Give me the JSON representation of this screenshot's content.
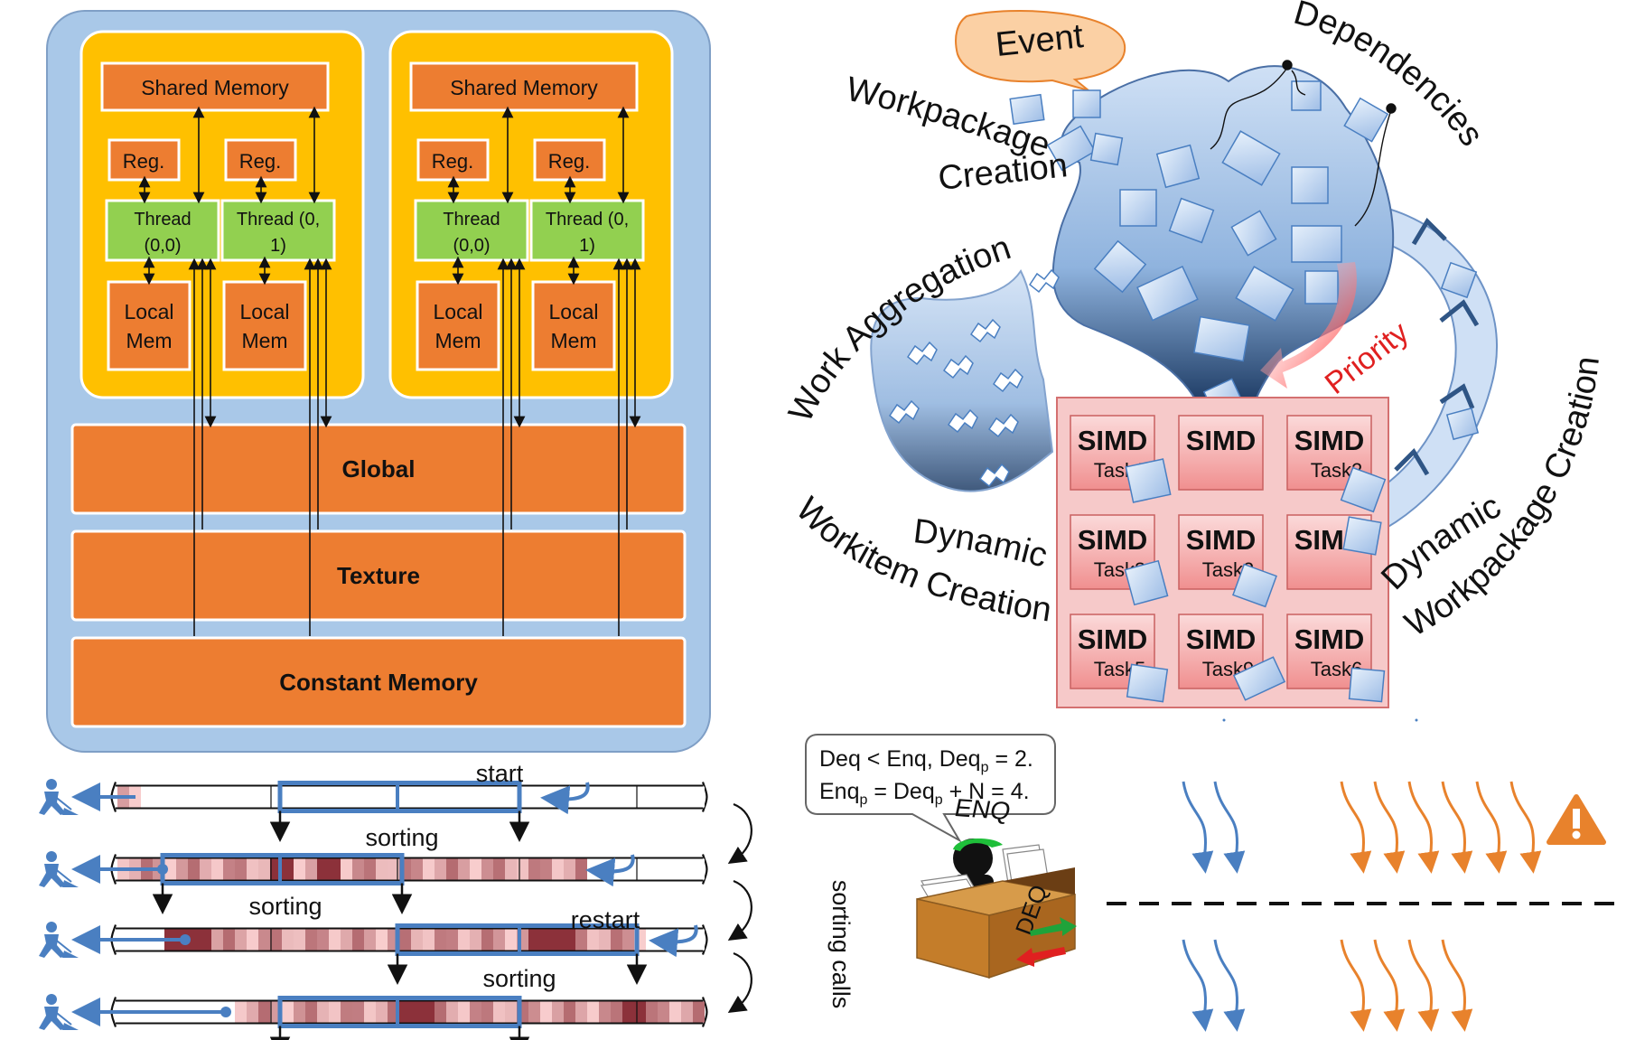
{
  "gpu_memory": {
    "shared_memory": "Shared Memory",
    "reg": "Reg.",
    "thread_a": [
      "Thread",
      "(0,0)"
    ],
    "thread_b": [
      "Thread (0,",
      "1)"
    ],
    "local_mem": [
      "Local",
      "Mem"
    ],
    "global": "Global",
    "texture": "Texture",
    "constant": "Constant Memory"
  },
  "scheduler": {
    "event": "Event",
    "dependencies": "Dependencies",
    "workpackage_creation": [
      "Workpackage",
      "Creation"
    ],
    "work_aggregation": "Work Aggregation",
    "priority": "Priority",
    "dynamic_workitem": [
      "Dynamic",
      "Workitem Creation"
    ],
    "dynamic_workpackage": [
      "Dynamic",
      "Workpackage Creation"
    ],
    "simd": "SIMD",
    "tasks": [
      "Task1",
      "",
      "Task2",
      "Task3",
      "Task2",
      "",
      "Task5",
      "Task9",
      "Task6"
    ]
  },
  "sorting": {
    "start": "start",
    "sorting": "sorting",
    "restart": "restart",
    "sorting_calls": "sorting calls"
  },
  "queue": {
    "line1_a": "Deq < Enq, Deq",
    "line1_sub": "p",
    "line1_b": " = 2.",
    "line2_a": "Enq",
    "line2_sub1": "p",
    "line2_b": " = Deq",
    "line2_sub2": "p",
    "line2_c": " + N = 4.",
    "enq": "ENQ",
    "deq": "DEQ"
  },
  "colors": {
    "sm_outer": "#a9c8e8",
    "sm_inner": "#ffc000",
    "orange_box": "#ed7d31",
    "thread_green": "#92d050",
    "simd_pink": "#f4b6b6",
    "blue_arrow": "#4a7fc1",
    "orange_arrow": "#e8822c"
  }
}
